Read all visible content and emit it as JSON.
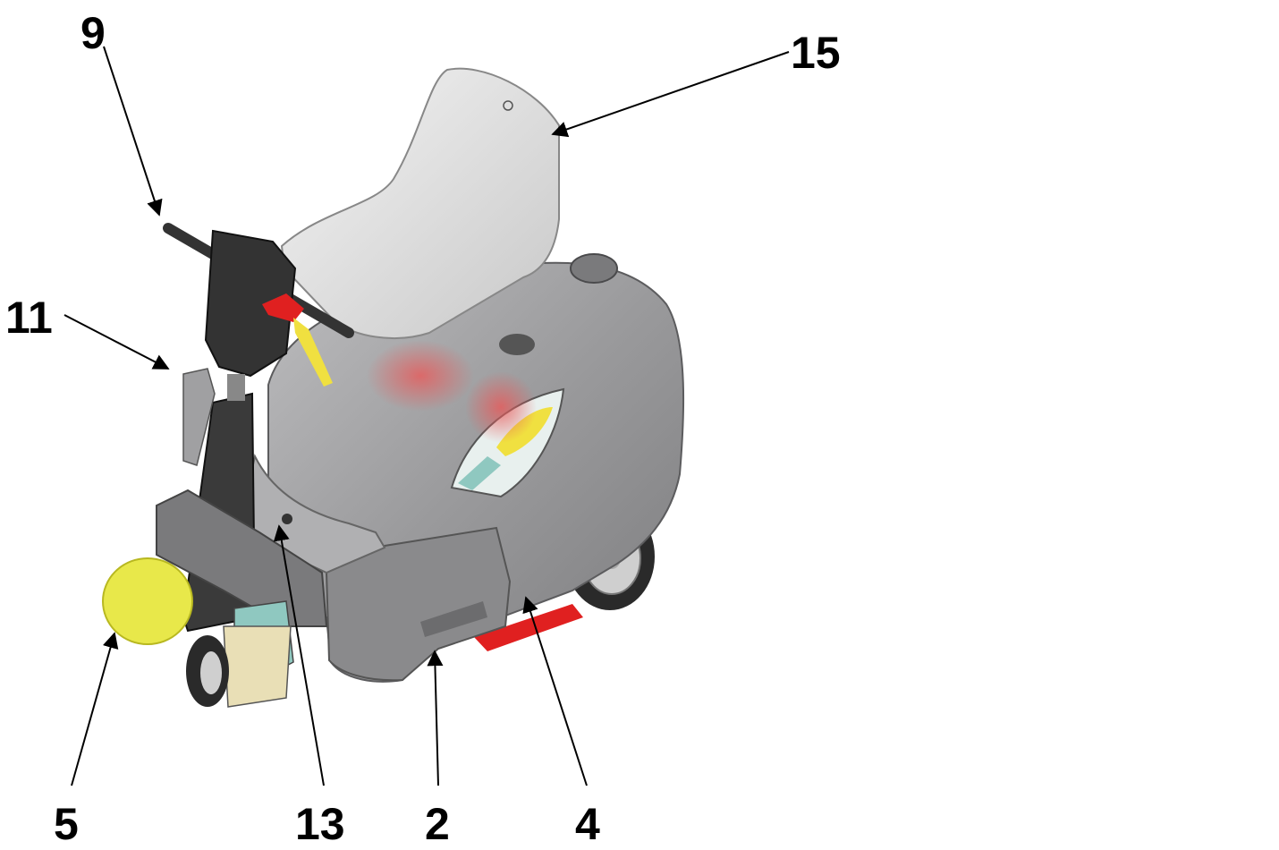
{
  "figure": {
    "subject": "ride-on floor cleaning machine",
    "callouts": {
      "n9": "9",
      "n15": "15",
      "n11": "11",
      "n5": "5",
      "n13": "13",
      "n2": "2",
      "n4": "4"
    }
  },
  "colors": {
    "body": "#9a9a9c",
    "body_dark": "#6c6c6e",
    "seat": "#e6e6e6",
    "brush": "#e8e84a",
    "accent_red": "#e02020",
    "accent_yellow": "#f0e040",
    "panel": "#333333",
    "teal": "#8fc8c0",
    "background": "#ffffff"
  }
}
